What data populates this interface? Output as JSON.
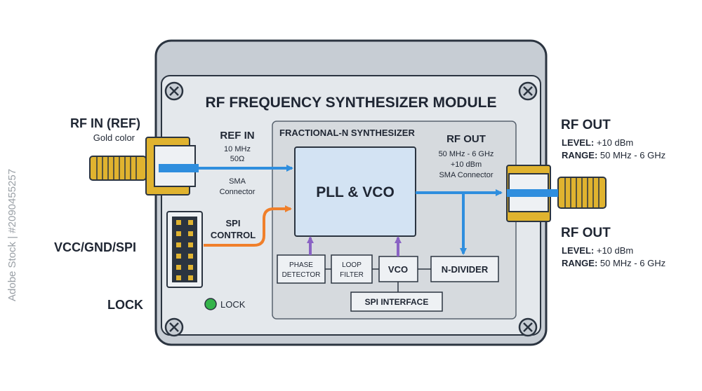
{
  "module_title": "RF FREQUENCY SYNTHESIZER MODULE",
  "inner_title": "FRACTIONAL-N SYNTHESIZER",
  "core_label": "PLL & VCO",
  "blocks": {
    "phase_detector": [
      "PHASE",
      "DETECTOR"
    ],
    "loop_filter": [
      "LOOP",
      "FILTER"
    ],
    "vco": "VCO",
    "n_divider": "N-DIVIDER",
    "spi_interface": "SPI INTERFACE"
  },
  "ref_in": {
    "label": "REF IN",
    "lines": [
      "10 MHz",
      "50Ω",
      "SMA",
      "Connector"
    ]
  },
  "spi_control": [
    "SPI",
    "CONTROL"
  ],
  "rf_out_inner": {
    "label": "RF OUT",
    "lines": [
      "50 MHz - 6 GHz",
      "+10 dBm",
      "SMA Connector"
    ]
  },
  "lock_led": "LOCK",
  "left_labels": {
    "rf_in_title": "RF IN (REF)",
    "rf_in_sub": "Gold color",
    "vcc_gnd_spi": "VCC/GND/SPI",
    "lock": "LOCK"
  },
  "right_top": {
    "title": "RF OUT",
    "level_key": "LEVEL:",
    "level_val": " +10 dBm",
    "range_key": "RANGE:",
    "range_val": " 50 MHz - 6 GHz"
  },
  "right_bottom": {
    "title": "RF OUT",
    "level_key": "LEVEL:",
    "level_val": " +10 dBm",
    "range_key": "RANGE:",
    "range_val": " 50 MHz - 6 GHz"
  },
  "watermark_id": "2090455257",
  "watermark_brand": "Adobe Stock",
  "colors": {
    "housing": "#c7cdd4",
    "panel": "#e4e8ec",
    "inner": "#d6dade",
    "core": "#d3e3f3",
    "arrow_blue": "#2f8ede",
    "arrow_orange": "#f07f2a",
    "arrow_purple": "#8a63c4",
    "gold": "#e0b32f",
    "led": "#34b34a",
    "outline": "#2b3440"
  }
}
